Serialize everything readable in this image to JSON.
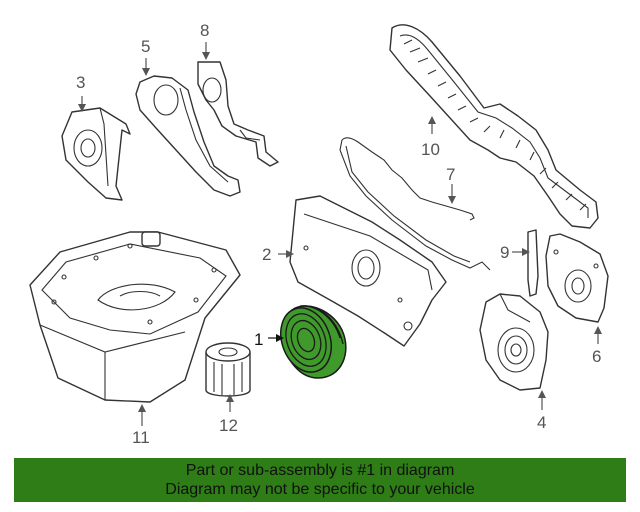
{
  "callouts": [
    "1",
    "2",
    "3",
    "4",
    "5",
    "6",
    "7",
    "8",
    "9",
    "10",
    "11",
    "12"
  ],
  "highlight_part": "1",
  "banner": {
    "line1": "Part or sub-assembly is #1 in diagram",
    "line2": "Diagram may not be specific to your vehicle"
  },
  "colors": {
    "highlight": "#3f9a2b",
    "banner": "#2e7d16",
    "line": "#333333"
  }
}
